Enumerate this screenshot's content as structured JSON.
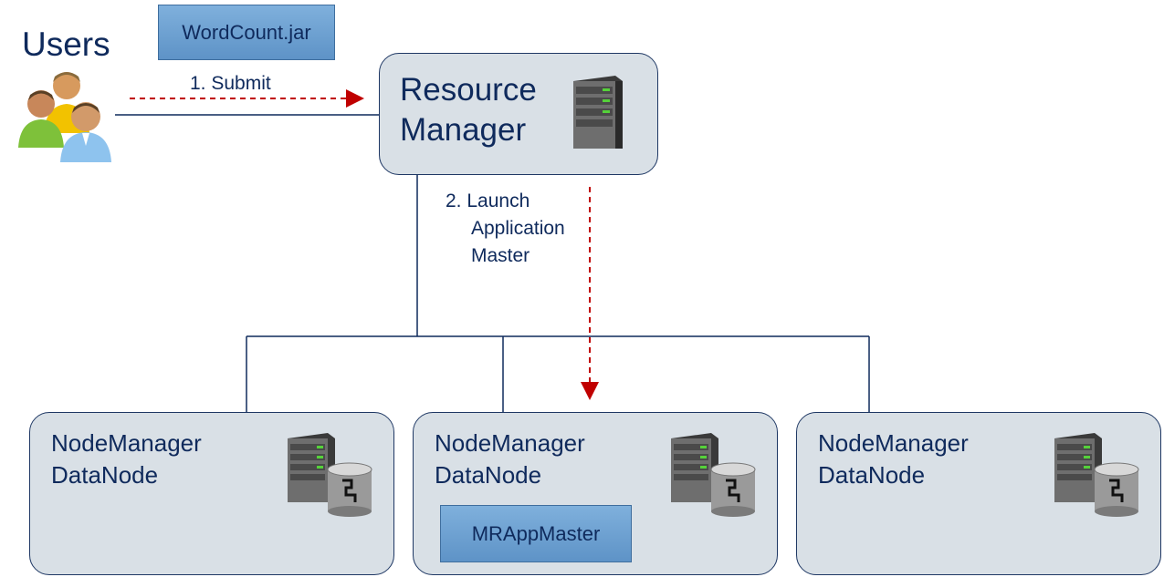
{
  "users": {
    "title": "Users"
  },
  "jar": {
    "label": "WordCount.jar"
  },
  "steps": {
    "submit": "1. Submit",
    "launch_line1": "2. Launch",
    "launch_line2": "Application",
    "launch_line3": "Master"
  },
  "resource_manager": {
    "line1": "Resource",
    "line2": "Manager"
  },
  "node_managers": [
    {
      "line1": "NodeManager",
      "line2": "DataNode"
    },
    {
      "line1": "NodeManager",
      "line2": "DataNode"
    },
    {
      "line1": "NodeManager",
      "line2": "DataNode"
    }
  ],
  "app_master": {
    "label": "MRAppMaster"
  },
  "colors": {
    "box_fill": "#d9e0e6",
    "box_border": "#1f3864",
    "blue_box": "#6fa3d4",
    "dashed_arrow": "#c00000",
    "text": "#0f2a5c"
  },
  "icons": {
    "users": "users-icon",
    "server": "server-icon",
    "database": "database-icon"
  }
}
